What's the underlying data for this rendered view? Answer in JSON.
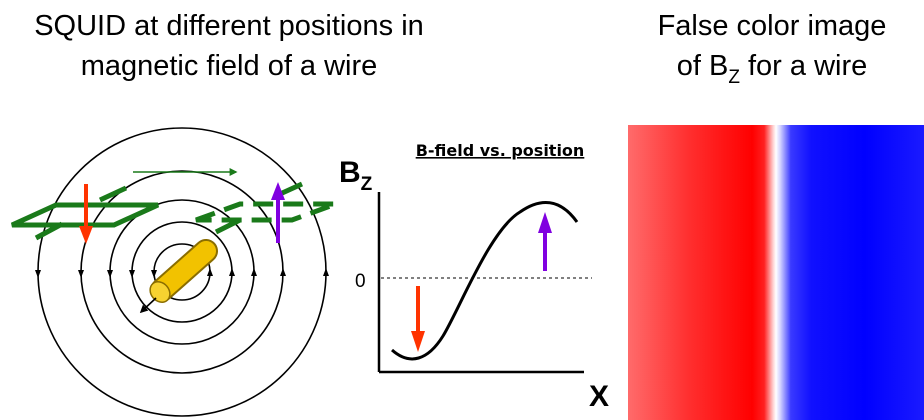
{
  "titles": {
    "left_line1": "SQUID at different positions in",
    "left_line2": "magnetic field of a wire",
    "right_line1": "False color image",
    "right_line2_prefix": "of B",
    "right_line2_sub": "Z",
    "right_line2_suffix": " for a wire"
  },
  "graph": {
    "title": "B-field vs. position",
    "y_axis_label": "B",
    "y_axis_sub": "Z",
    "zero_label": "0",
    "x_axis_label": "X"
  },
  "colors": {
    "field_line": "#000000",
    "squid_loop": "#1a7a1a",
    "down_arrow": "#ff3300",
    "up_arrow": "#8000e0",
    "wire": "#f2c200",
    "wire_edge": "#8a6d00",
    "negative_bz": "#ff0000",
    "positive_bz": "#0000ff"
  }
}
